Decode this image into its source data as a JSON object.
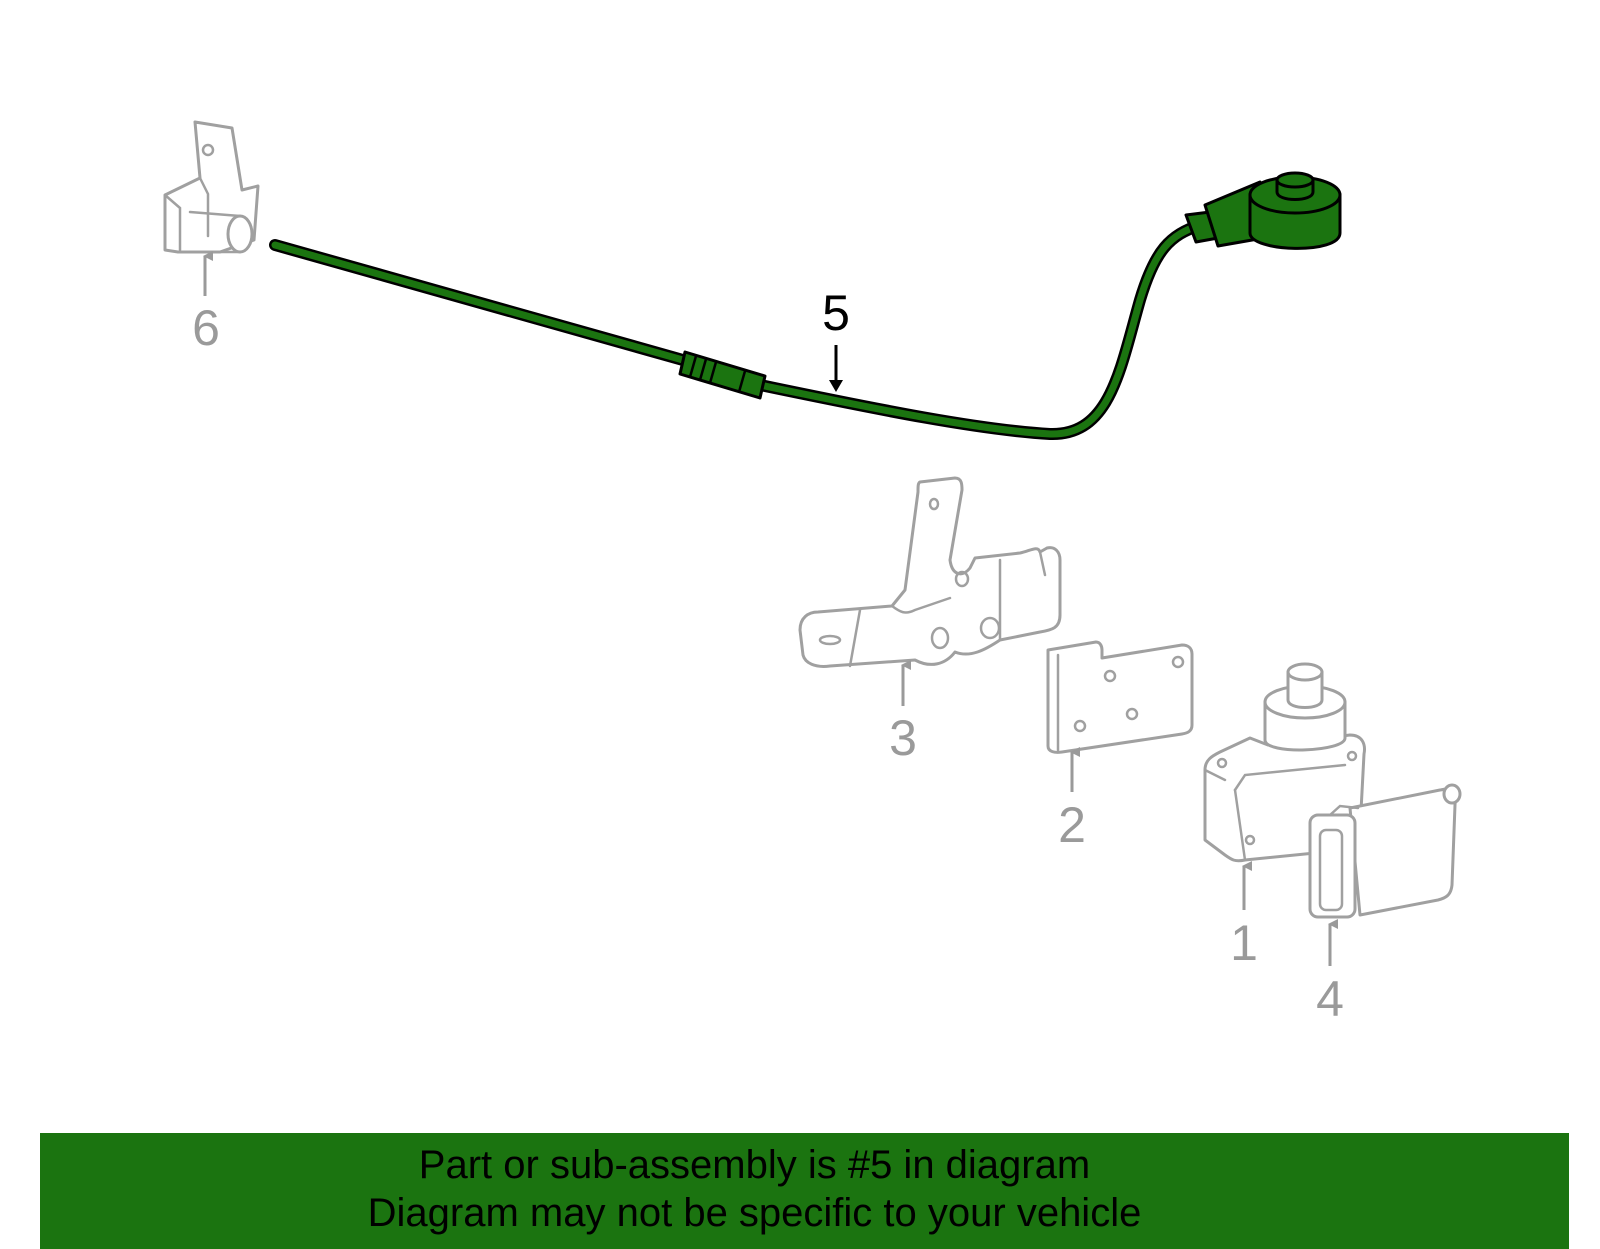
{
  "diagram": {
    "highlight_color": "#1b7410",
    "line_color": "#a0a0a0",
    "callouts": {
      "part1": "1",
      "part2": "2",
      "part3": "3",
      "part4": "4",
      "part5": "5",
      "part6": "6"
    },
    "highlighted_part": "5"
  },
  "caption": {
    "line1": "Part or sub-assembly is #5 in diagram",
    "line2": "Diagram may not be specific to your vehicle"
  }
}
